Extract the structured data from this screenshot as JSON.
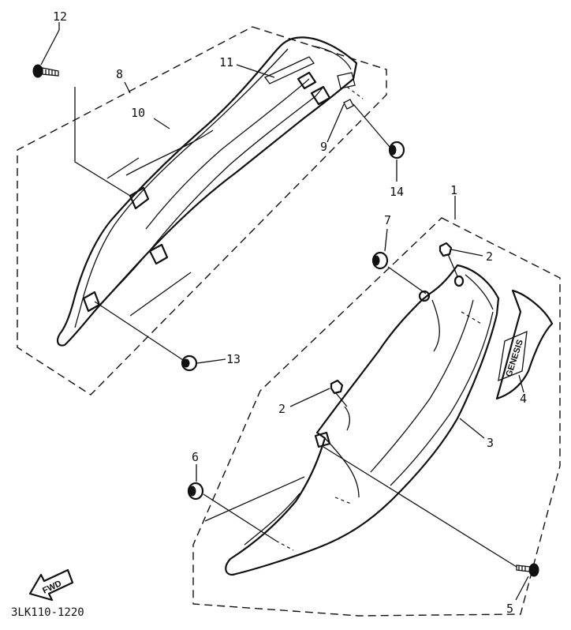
{
  "diagram": {
    "callouts": [
      "1",
      "2",
      "2",
      "3",
      "4",
      "5",
      "6",
      "7",
      "8",
      "9",
      "10",
      "11",
      "12",
      "13",
      "14"
    ],
    "part_code": "3LK110-1220",
    "fwd_label": "FWD",
    "decal_text": "GENESIS"
  }
}
